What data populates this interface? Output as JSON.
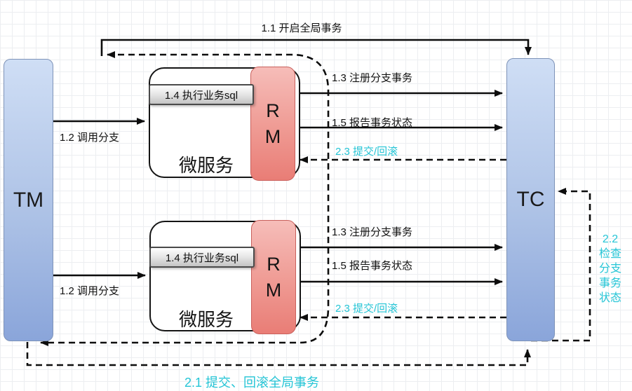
{
  "nodes": {
    "tm": {
      "label": "TM"
    },
    "tc": {
      "label": "TC"
    },
    "service1": {
      "label": "微服务",
      "task": "1.4 执行业务sql",
      "rm": "RM"
    },
    "service2": {
      "label": "微服务",
      "task": "1.4 执行业务sql",
      "rm": "RM"
    }
  },
  "edges": {
    "begin_global": {
      "label": "1.1 开启全局事务"
    },
    "call_branch_1": {
      "label": "1.2 调用分支"
    },
    "call_branch_2": {
      "label": "1.2 调用分支"
    },
    "register_branch_1": {
      "label": "1.3 注册分支事务"
    },
    "report_status_1": {
      "label": "1.5 报告事务状态"
    },
    "commit_rollback_1": {
      "label": "2.3 提交/回滚"
    },
    "register_branch_2": {
      "label": "1.3 注册分支事务"
    },
    "report_status_2": {
      "label": "1.5 报告事务状态"
    },
    "commit_rollback_2": {
      "label": "2.3 提交/回滚"
    },
    "global_commit_rollback": {
      "label": "2.1 提交、回滚全局事务"
    },
    "check_branch_status": {
      "label": "2.2\n检查\n分支\n事务\n状态"
    }
  },
  "colors": {
    "accent_teal": "#25c5d6",
    "node_blue_top": "#cfdef5",
    "node_blue_bottom": "#8aa5da",
    "rm_red_top": "#f6bdb9",
    "rm_red_bottom": "#e97d76",
    "line_black": "#0d0d0d"
  }
}
